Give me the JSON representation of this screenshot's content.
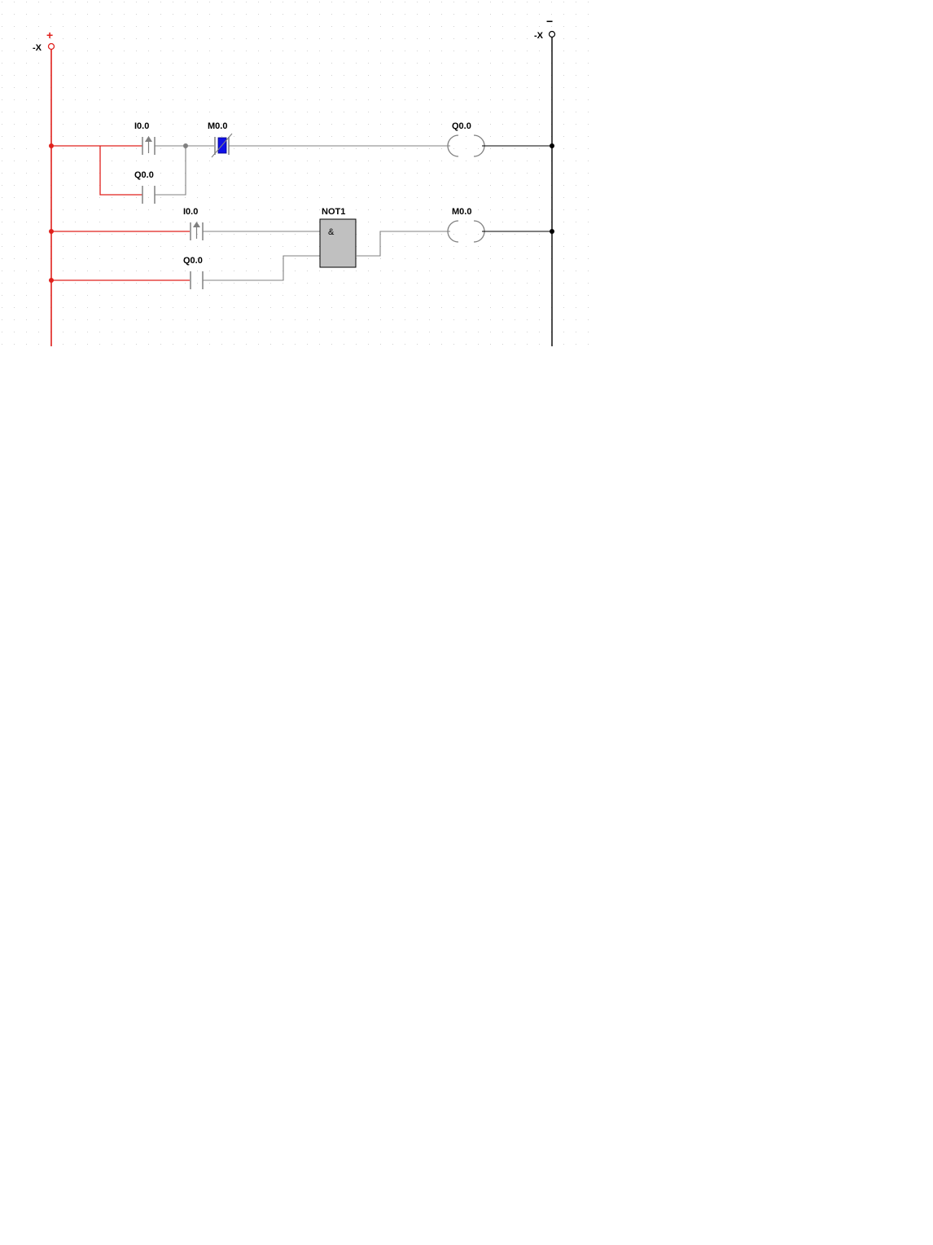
{
  "rails": {
    "left": {
      "name": "-X",
      "polarity": "+"
    },
    "right": {
      "name": "-X",
      "polarity": "−"
    }
  },
  "rungs": [
    {
      "contacts": [
        {
          "label": "I0.0",
          "type": "positive-edge"
        },
        {
          "label": "Q0.0",
          "type": "normally-open",
          "branch": "parallel"
        },
        {
          "label": "M0.0",
          "type": "normally-closed-active"
        }
      ],
      "coil": {
        "label": "Q0.0"
      }
    },
    {
      "contacts": [
        {
          "label": "I0.0",
          "type": "positive-edge"
        },
        {
          "label": "Q0.0",
          "type": "normally-open"
        }
      ],
      "block": {
        "name": "NOT1",
        "symbol": "&"
      },
      "coil": {
        "label": "M0.0"
      }
    }
  ],
  "colors": {
    "energized": "#e0201c",
    "wire": "#808080",
    "rail_right": "#000000",
    "grid_dot": "#d0d0d0",
    "block_fill": "#c0c0c0",
    "active_contact": "#1010e8"
  }
}
